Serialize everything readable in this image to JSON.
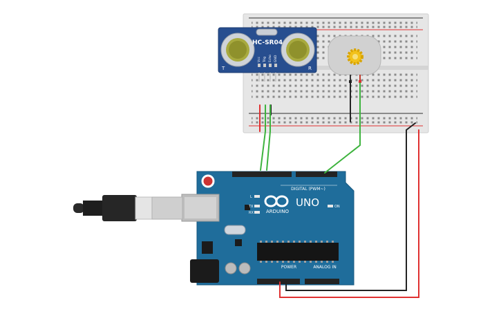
{
  "sensor": {
    "model": "HC-SR04",
    "pins": [
      "Vcc",
      "Trig",
      "Echo",
      "GND"
    ],
    "corner_left": "T",
    "corner_right": "R"
  },
  "arduino": {
    "model": "UNO",
    "brand": "ARDUINO",
    "header_digital": "DIGITAL (PWM~)",
    "header_power": "POWER",
    "header_analog": "ANALOG IN",
    "led_labels": [
      "L",
      "TX",
      "RX"
    ],
    "on_label": "ON"
  },
  "colors": {
    "board": "#1f6d9b",
    "breadboard": "#e6e6e6",
    "sensor_board": "#274e8f",
    "motor": "#d1d1d1",
    "wire_green": "#3db33d",
    "wire_red": "#e03030",
    "wire_black": "#222222"
  },
  "icons": [
    "usb-cable-icon",
    "motor-gear-icon",
    "arduino-infinity-logo-icon"
  ]
}
